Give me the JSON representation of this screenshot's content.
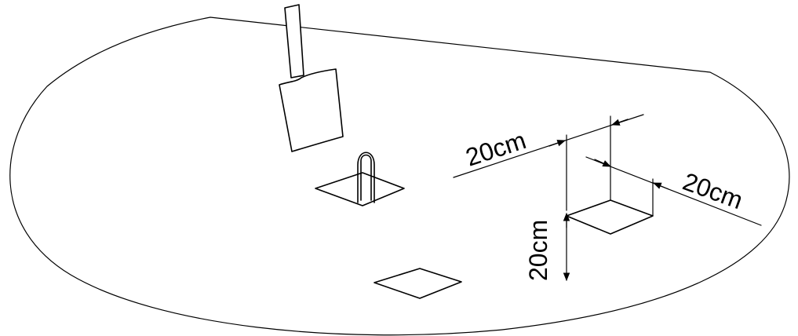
{
  "labels": {
    "dim_width": "20cm",
    "dim_length": "20cm",
    "dim_depth": "20cm"
  },
  "icons": {
    "tool": "spade-icon",
    "probe": "soil-probe-icon"
  },
  "colors": {
    "stroke": "#000000",
    "background": "#ffffff"
  }
}
